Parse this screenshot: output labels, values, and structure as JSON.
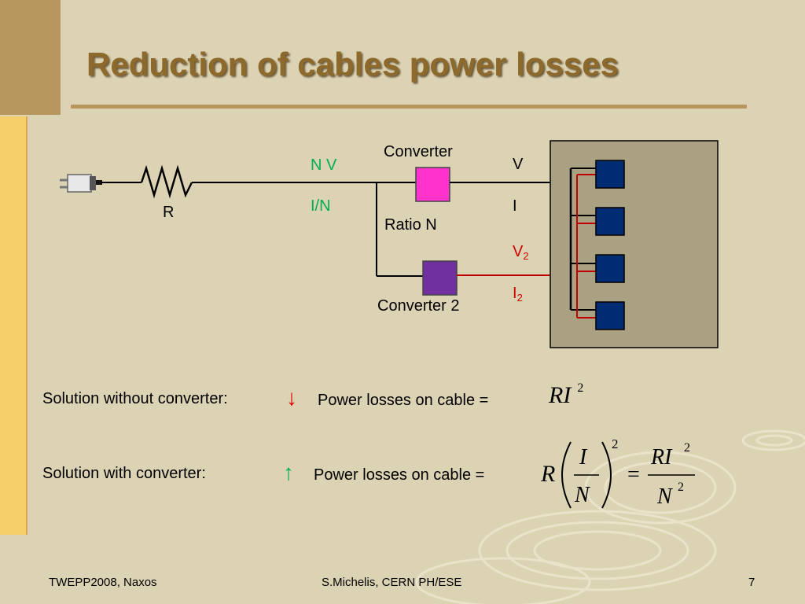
{
  "slide": {
    "title": "Reduction of cables power losses",
    "colors": {
      "title": "#8d6a2c",
      "side_bar": "#f6cf6a",
      "corner": "#b8975e",
      "converter": "#ff33cc",
      "converter2": "#7030a0",
      "load": "#002c73",
      "red_wire": "#c00000",
      "green_label": "#00b050"
    }
  },
  "diagram": {
    "resistor_label": "R",
    "converter_label": "Converter",
    "converter2_label": "Converter 2",
    "ratio_label": "Ratio N",
    "nv_label": "N V",
    "in_label": "I/N",
    "v_label": "V",
    "i_label": "I",
    "v2_label": "V",
    "v2_sub": "2",
    "i2_label": "I",
    "i2_sub": "2",
    "plug_icon": "power-plug-icon",
    "load_count": 4
  },
  "solutions": {
    "without_label": "Solution without converter:",
    "without_arrow": "↓",
    "with_label": "Solution with converter:",
    "with_arrow": "↑",
    "losses_label": "Power losses on cable =",
    "formula1": {
      "base": "RI",
      "exp": "2"
    },
    "formula2": {
      "r": "R",
      "num": "I",
      "den": "N",
      "exp": "2",
      "eq": "=",
      "rhs_num": "RI",
      "rhs_num_exp": "2",
      "rhs_den": "N",
      "rhs_den_exp": "2"
    }
  },
  "footer": {
    "left": "TWEPP2008, Naxos",
    "center": "S.Michelis, CERN PH/ESE",
    "page": "7"
  }
}
